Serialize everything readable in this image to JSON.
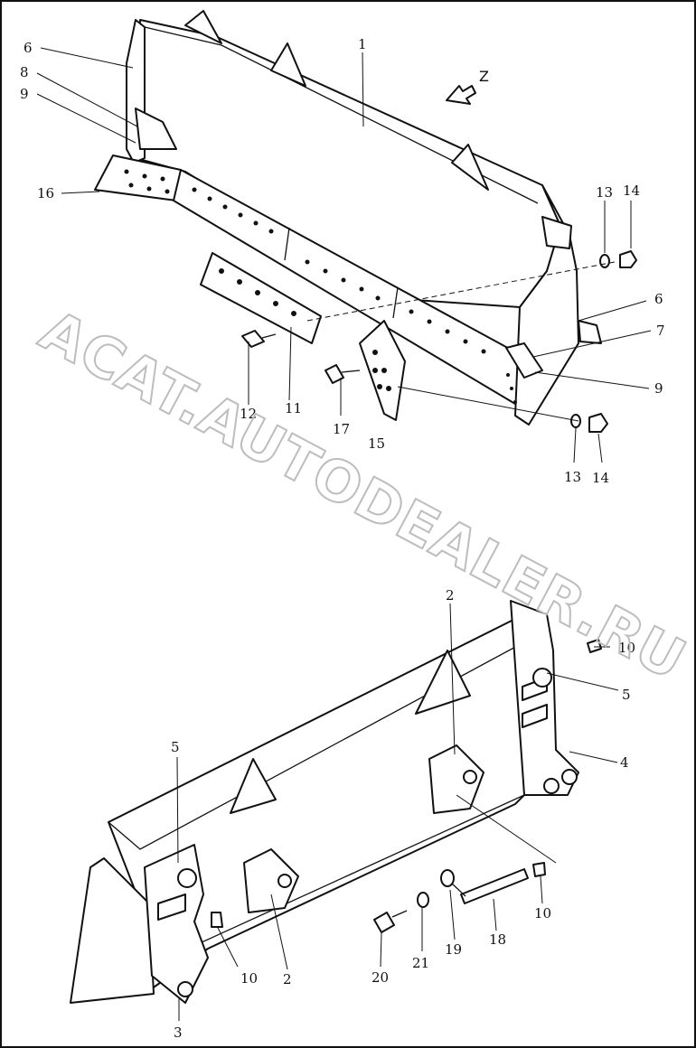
{
  "watermark": "ACAT.AUTODEALER.RU",
  "direction_arrow": {
    "label": "Z"
  },
  "callouts": [
    "1",
    "6",
    "8",
    "9",
    "16",
    "13",
    "14",
    "6",
    "7",
    "9",
    "12",
    "11",
    "17",
    "15",
    "13",
    "14",
    "2",
    "10",
    "5",
    "5",
    "4",
    "10",
    "2",
    "3",
    "10",
    "18",
    "19",
    "20",
    "21"
  ]
}
